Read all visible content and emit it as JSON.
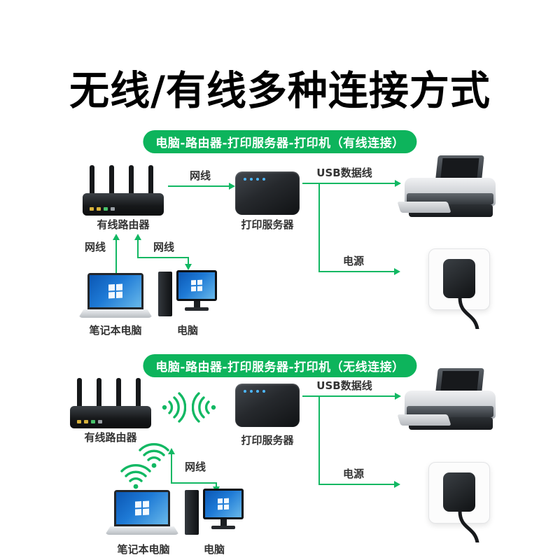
{
  "colors": {
    "accent": "#12b863",
    "badge": "#0db45c",
    "title": "#000000",
    "label_text": "#333333"
  },
  "title": "无线/有线多种连接方式",
  "section_wired": {
    "badge": "电脑-路由器-打印服务器-打印机（有线连接）",
    "router": "有线路由器",
    "print_server": "打印服务器",
    "laptop": "笔记本电脑",
    "desktop": "电脑",
    "cable_router_server": "网线",
    "cable_laptop": "网线",
    "cable_desktop": "网线",
    "usb": "USB数据线",
    "power": "电源"
  },
  "section_wireless": {
    "badge": "电脑-路由器-打印服务器-打印机（无线连接）",
    "router": "有线路由器",
    "print_server": "打印服务器",
    "laptop": "笔记本电脑",
    "desktop": "电脑",
    "cable_desktop": "网线",
    "usb": "USB数据线",
    "power": "电源"
  }
}
